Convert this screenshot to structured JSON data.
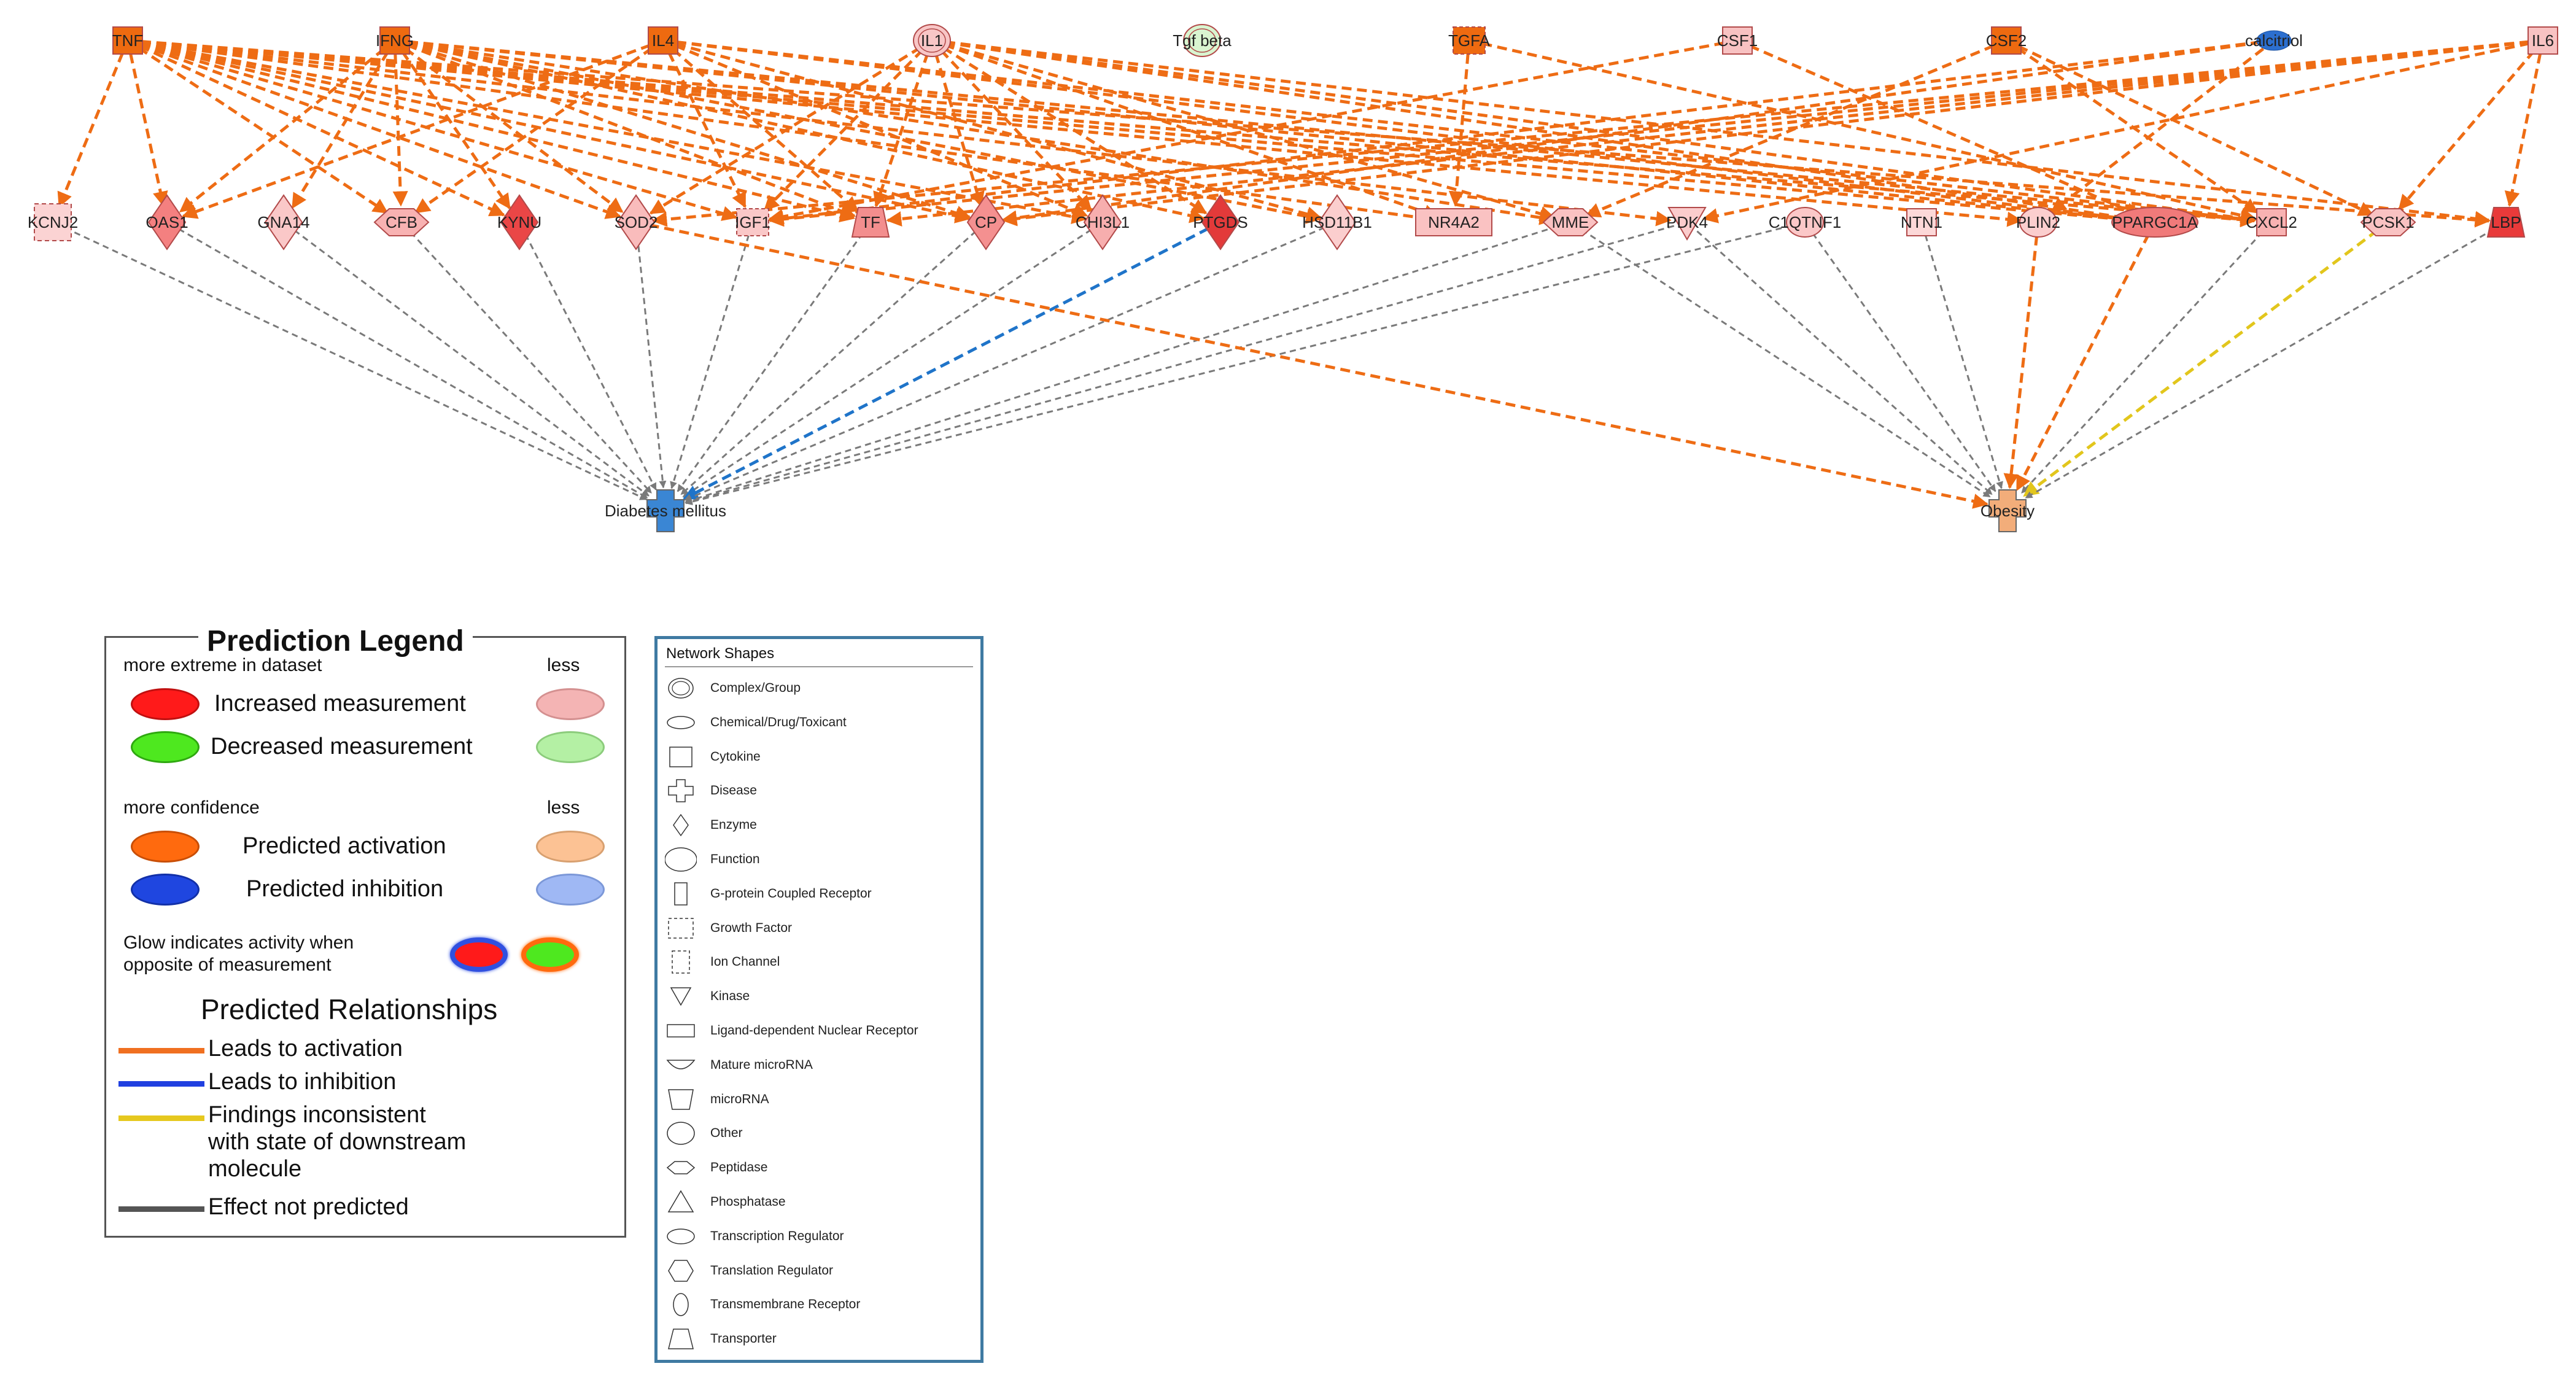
{
  "colors": {
    "activation": "#ee6c14",
    "inhibition": "#1f74c9",
    "inconsistent": "#e2c61c",
    "not_predicted": "#7a7a7a"
  },
  "network": {
    "upstream": [
      {
        "id": "TNF",
        "shape": "cytokine",
        "fill": "#ee6a10"
      },
      {
        "id": "IFNG",
        "shape": "cytokine",
        "fill": "#ee6a10"
      },
      {
        "id": "IL4",
        "shape": "cytokine",
        "fill": "#ee6a10"
      },
      {
        "id": "IL1",
        "shape": "group",
        "fill": "#f8c6c6"
      },
      {
        "id": "Tgf beta",
        "shape": "group",
        "fill": "#d9f5d0"
      },
      {
        "id": "TGFA",
        "shape": "growth",
        "fill": "#ee6a10"
      },
      {
        "id": "CSF1",
        "shape": "cytokine",
        "fill": "#f8c2c2"
      },
      {
        "id": "CSF2",
        "shape": "cytokine",
        "fill": "#ee6a10"
      },
      {
        "id": "calcitriol",
        "shape": "chemical",
        "fill": "#2c6fcf"
      },
      {
        "id": "IL6",
        "shape": "cytokine",
        "fill": "#f8c2c2"
      }
    ],
    "targets": [
      {
        "id": "KCNJ2",
        "shape": "ion",
        "fill": "#fbd3d3"
      },
      {
        "id": "OAS1",
        "shape": "enzyme",
        "fill": "#f48080"
      },
      {
        "id": "GNA14",
        "shape": "enzyme",
        "fill": "#fac8c8"
      },
      {
        "id": "CFB",
        "shape": "peptidase",
        "fill": "#f8b2b2"
      },
      {
        "id": "KYNU",
        "shape": "enzyme",
        "fill": "#ea4646"
      },
      {
        "id": "SOD2",
        "shape": "enzyme",
        "fill": "#f9bcbc"
      },
      {
        "id": "IGF1",
        "shape": "growth",
        "fill": "#fac8c8"
      },
      {
        "id": "TF",
        "shape": "transporter",
        "fill": "#f38e8e"
      },
      {
        "id": "CP",
        "shape": "enzyme",
        "fill": "#f49090"
      },
      {
        "id": "CHI3L1",
        "shape": "enzyme",
        "fill": "#f7aeae"
      },
      {
        "id": "PTGDS",
        "shape": "enzyme",
        "fill": "#e33a3a"
      },
      {
        "id": "HSD11B1",
        "shape": "enzyme",
        "fill": "#fbcece"
      },
      {
        "id": "NR4A2",
        "shape": "nuclear",
        "fill": "#fac2c2"
      },
      {
        "id": "MME",
        "shape": "peptidase",
        "fill": "#fac2c2"
      },
      {
        "id": "PDK4",
        "shape": "kinase",
        "fill": "#fbcccc"
      },
      {
        "id": "C1QTNF1",
        "shape": "other",
        "fill": "#fbc8c8"
      },
      {
        "id": "NTN1",
        "shape": "other_rect",
        "fill": "#fcd8d8"
      },
      {
        "id": "PLIN2",
        "shape": "other",
        "fill": "#fbcece"
      },
      {
        "id": "PPARGC1A",
        "shape": "transcription",
        "fill": "#f07a7a"
      },
      {
        "id": "CXCL2",
        "shape": "cytokine",
        "fill": "#f8b2b2"
      },
      {
        "id": "PCSK1",
        "shape": "peptidase",
        "fill": "#f9c2c2"
      },
      {
        "id": "LBP",
        "shape": "transporter",
        "fill": "#e93a3a"
      }
    ],
    "diseases": [
      {
        "id": "Diabetes mellitus",
        "fill": "#3a86d4"
      },
      {
        "id": "Obesity",
        "fill": "#f2ad7a"
      }
    ]
  },
  "legend": {
    "title": "Prediction Legend",
    "extreme_header": "more extreme in dataset",
    "less_1": "less",
    "increased": "Increased measurement",
    "decreased": "Decreased measurement",
    "confidence_header": "more confidence",
    "less_2": "less",
    "activation": "Predicted activation",
    "inhibition": "Predicted inhibition",
    "glow_line1": "Glow indicates activity when",
    "glow_line2": "opposite of measurement",
    "relationships_title": "Predicted Relationships",
    "rel_activation": "Leads to activation",
    "rel_inhibition": "Leads to inhibition",
    "rel_inconsistent_1": "Findings inconsistent",
    "rel_inconsistent_2": "with state of downstream",
    "rel_inconsistent_3": "molecule",
    "rel_not_predicted": "Effect not predicted",
    "colors": {
      "increased": "#ff1a1a",
      "increased_light": "#f4b4b4",
      "decreased": "#4ee81f",
      "decreased_light": "#b4f0a4",
      "activation": "#ff6a0e",
      "activation_light": "#fcc294",
      "inhibition": "#1f46e0",
      "inhibition_light": "#9fb8f4",
      "rel_activation": "#f07020",
      "rel_inhibition": "#2040e0",
      "rel_inconsistent": "#e6c81e",
      "rel_not_predicted": "#555555"
    }
  },
  "shapes_legend": {
    "title": "Network Shapes",
    "items": [
      {
        "label": "Complex/Group",
        "icon": "group"
      },
      {
        "label": "Chemical/Drug/Toxicant",
        "icon": "chemical"
      },
      {
        "label": "Cytokine",
        "icon": "cytokine"
      },
      {
        "label": "Disease",
        "icon": "disease"
      },
      {
        "label": "Enzyme",
        "icon": "enzyme"
      },
      {
        "label": "Function",
        "icon": "function"
      },
      {
        "label": "G-protein Coupled Receptor",
        "icon": "gpcr"
      },
      {
        "label": "Growth Factor",
        "icon": "growth"
      },
      {
        "label": "Ion Channel",
        "icon": "ion"
      },
      {
        "label": "Kinase",
        "icon": "kinase"
      },
      {
        "label": "Ligand-dependent Nuclear Receptor",
        "icon": "nuclear"
      },
      {
        "label": "Mature microRNA",
        "icon": "mature_mirna"
      },
      {
        "label": "microRNA",
        "icon": "mirna"
      },
      {
        "label": "Other",
        "icon": "other"
      },
      {
        "label": "Peptidase",
        "icon": "peptidase"
      },
      {
        "label": "Phosphatase",
        "icon": "phosphatase"
      },
      {
        "label": "Transcription Regulator",
        "icon": "transcription"
      },
      {
        "label": "Translation Regulator",
        "icon": "translation"
      },
      {
        "label": "Transmembrane Receptor",
        "icon": "transmembrane"
      },
      {
        "label": "Transporter",
        "icon": "transporter"
      }
    ]
  }
}
